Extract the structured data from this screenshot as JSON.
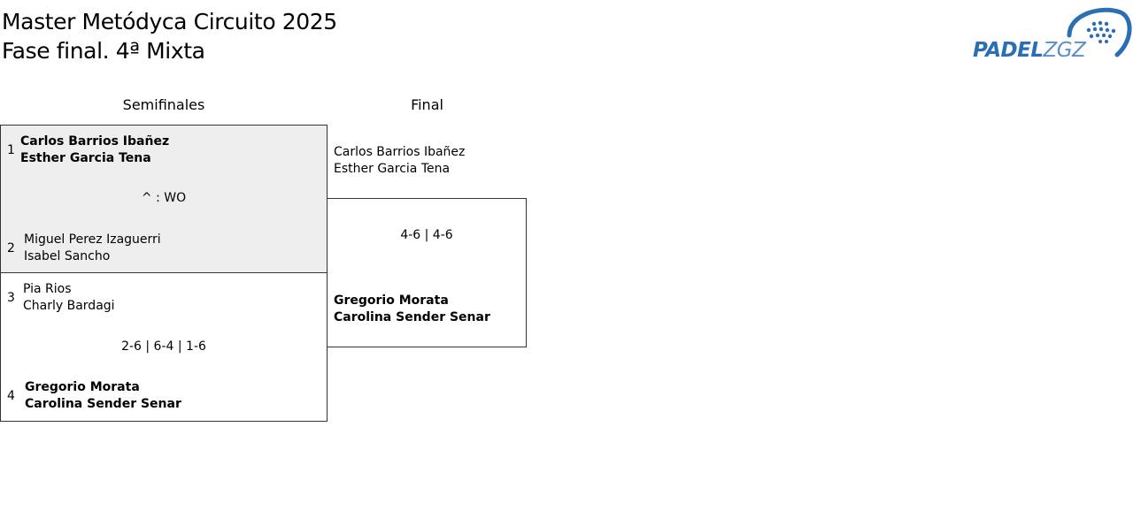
{
  "header": {
    "title_line1": "Master Metódyca Circuito 2025",
    "title_line2": "Fase final. 4ª Mixta",
    "logo_text_a": "PADEL",
    "logo_text_b": "ZGZ",
    "logo_color": "#2a6fb4"
  },
  "rounds": {
    "semis_label": "Semifinales",
    "final_label": "Final"
  },
  "semifinal_1": {
    "seed_a": "1",
    "team_a": [
      "Carlos Barrios Ibañez",
      "Esther Garcia Tena"
    ],
    "score": "^ : WO",
    "seed_b": "2",
    "team_b": [
      "Miguel Perez Izaguerri",
      "Isabel Sancho"
    ],
    "winner": "a"
  },
  "semifinal_2": {
    "seed_a": "3",
    "team_a": [
      "Pia Rios",
      "Charly Bardagi"
    ],
    "score": "2-6 | 6-4 | 1-6",
    "seed_b": "4",
    "team_b": [
      "Gregorio Morata",
      "Carolina Sender Senar"
    ],
    "winner": "b"
  },
  "final": {
    "team_a": [
      "Carlos Barrios Ibañez",
      "Esther Garcia Tena"
    ],
    "score": "4-6 | 4-6",
    "team_b": [
      "Gregorio Morata",
      "Carolina Sender Senar"
    ],
    "winner": "b"
  },
  "colors": {
    "highlight_bg": "#eeeeee",
    "border": "#333333"
  }
}
